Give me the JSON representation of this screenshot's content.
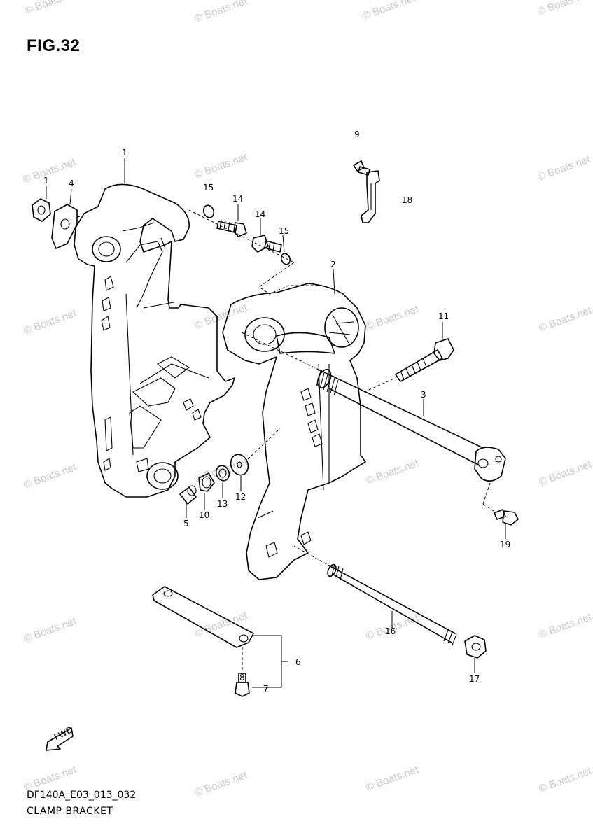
{
  "figure": {
    "title": "FIG.32",
    "code": "DF140A_E03_013_032",
    "name": "CLAMP BRACKET"
  },
  "watermark": "© Boats.net",
  "callouts": {
    "c1a": "1",
    "c1b": "1",
    "c2": "2",
    "c3": "3",
    "c4": "4",
    "c5": "5",
    "c6": "6",
    "c7": "7",
    "c8": "8",
    "c9": "9",
    "c10": "10",
    "c11": "11",
    "c12": "12",
    "c13": "13",
    "c14a": "14",
    "c14b": "14",
    "c15a": "15",
    "c15b": "15",
    "c16": "16",
    "c17": "17",
    "c18": "18",
    "c19": "19"
  },
  "fwd_label": "FWD"
}
